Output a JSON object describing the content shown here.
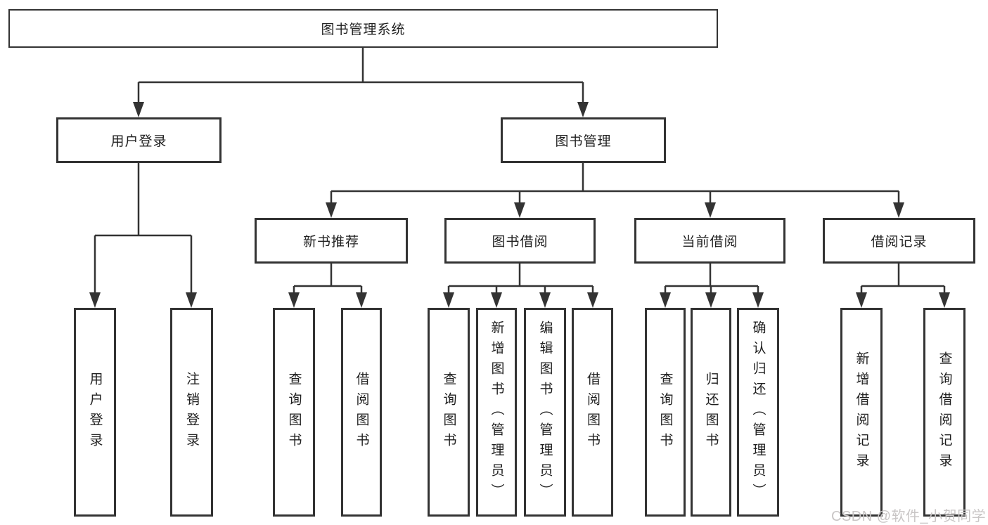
{
  "diagram": {
    "type": "hierarchy-tree",
    "root": {
      "label": "图书管理系统"
    },
    "level2": {
      "user_login": {
        "label": "用户登录"
      },
      "book_mgmt": {
        "label": "图书管理"
      }
    },
    "level3": {
      "new_book_rec": {
        "label": "新书推荐"
      },
      "book_borrow": {
        "label": "图书借阅"
      },
      "current_borrow": {
        "label": "当前借阅"
      },
      "borrow_records": {
        "label": "借阅记录"
      }
    },
    "leaves": {
      "ul_login": {
        "label": "用户登录",
        "parent": "用户登录"
      },
      "ul_logout": {
        "label": "注销登录",
        "parent": "用户登录"
      },
      "nb_query": {
        "label": "查询图书",
        "parent": "新书推荐"
      },
      "nb_borrow": {
        "label": "借阅图书",
        "parent": "新书推荐"
      },
      "bb_query": {
        "label": "查询图书",
        "parent": "图书借阅"
      },
      "bb_add": {
        "label": "新增图书（管理员）",
        "parent": "图书借阅"
      },
      "bb_edit": {
        "label": "编辑图书（管理员）",
        "parent": "图书借阅"
      },
      "bb_borrow": {
        "label": "借阅图书",
        "parent": "图书借阅"
      },
      "cb_query": {
        "label": "查询图书",
        "parent": "当前借阅"
      },
      "cb_return": {
        "label": "归还图书",
        "parent": "当前借阅"
      },
      "cb_confirm": {
        "label": "确认归还（管理员）",
        "parent": "当前借阅"
      },
      "br_add": {
        "label": "新增借阅记录",
        "parent": "借阅记录"
      },
      "br_query": {
        "label": "查询借阅记录",
        "parent": "借阅记录"
      }
    }
  },
  "watermark": {
    "text": "CSDN @软件_小贺同学",
    "color": "#c9c6c6"
  },
  "colors": {
    "line": "#333333",
    "box_border": "#333333",
    "text": "#1f1f1f",
    "background": "#ffffff"
  }
}
